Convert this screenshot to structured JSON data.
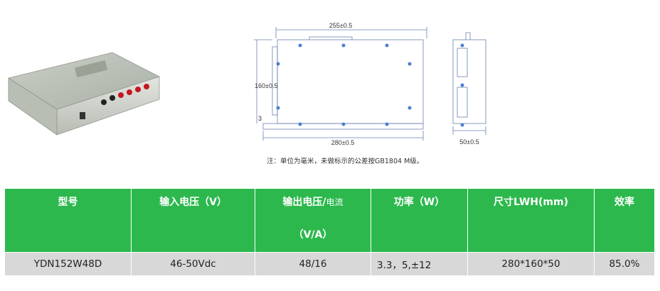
{
  "drawing": {
    "top_width_label": "255±0.5",
    "bottom_width_label": "280±0.5",
    "height_label": "160±0.5",
    "offset_label": "3",
    "side_depth_label": "50±0.5"
  },
  "note": "注：单位为毫米，未做标示的公差按GB1804 M级。",
  "table": {
    "headers": {
      "model": "型号",
      "input_voltage": "输入电压（V）",
      "output_voltage_a": "输出电压/",
      "output_voltage_b": "电流",
      "output_voltage_unit": "（V/A）",
      "power": "功率（W）",
      "size": "尺寸LWH(mm)",
      "efficiency": "效率"
    },
    "row": {
      "model": "YDN152W48D",
      "input_voltage": "46-50Vdc",
      "output": "48/16",
      "power": "3.3，5,±12",
      "size": "280*160*50",
      "efficiency": "85.0%"
    }
  },
  "colors": {
    "header_green": "#2db84d",
    "row_gray": "#d8d8d8"
  }
}
